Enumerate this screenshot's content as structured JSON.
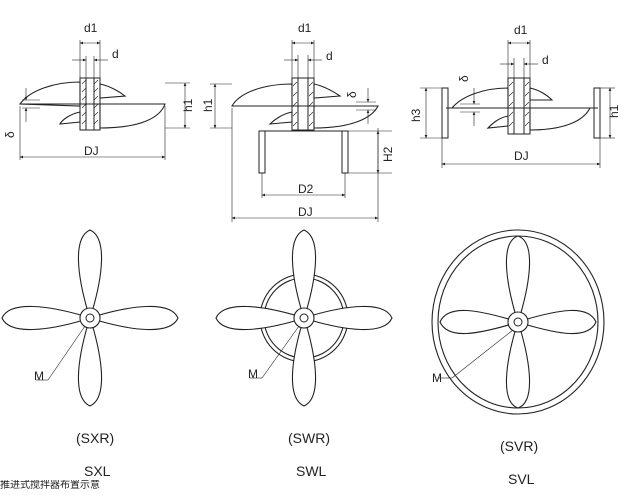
{
  "colors": {
    "line": "#222222",
    "background": "#ffffff"
  },
  "diagram_1": {
    "labels": {
      "d1": "d1",
      "d": "d",
      "h1": "h1",
      "delta": "δ",
      "dj": "DJ"
    },
    "caption_top": "(SXR)",
    "caption_bottom": "SXL",
    "m_label": "M"
  },
  "diagram_2": {
    "labels": {
      "d1": "d1",
      "d": "d",
      "h1": "h1",
      "delta": "δ",
      "h2": "H2",
      "d2": "D2",
      "dj": "DJ"
    },
    "caption_top": "(SWR)",
    "caption_bottom": "SWL",
    "m_label": "M"
  },
  "diagram_3": {
    "labels": {
      "d1": "d1",
      "d": "d",
      "delta": "δ",
      "h3": "h3",
      "h1": "h1",
      "dj": "DJ"
    },
    "caption_top": "(SVR)",
    "caption_bottom": "SVL",
    "m_label": "M"
  },
  "footnote": "推进式搅拌器布置示意"
}
